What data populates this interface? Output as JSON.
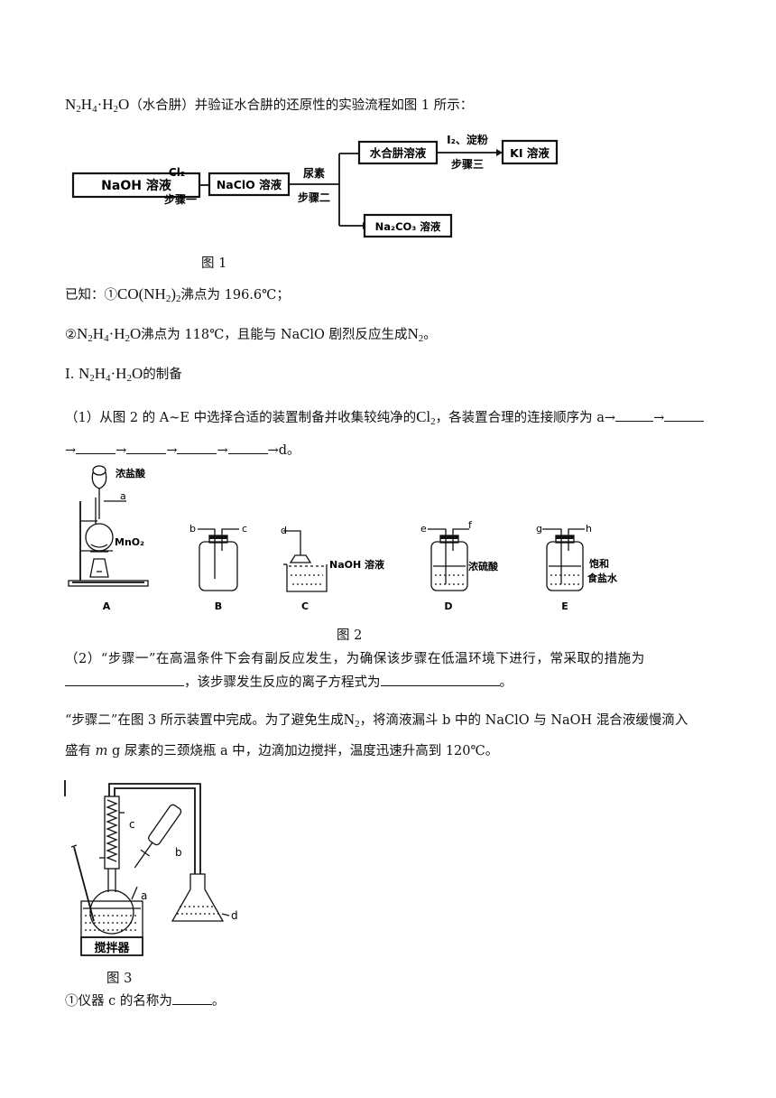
{
  "intro": {
    "formula_pre": "N₂H₄·H₂O",
    "text": "（水合肼）并验证水合肼的还原性的实验流程如图 1 所示："
  },
  "flow": {
    "box_naoh": "NaOH 溶液",
    "box_naclo": "NaClO 溶液",
    "box_hydrazine": "水合肼溶液",
    "box_ki": "KI 溶液",
    "box_na2co3": "Na₂CO₃ 溶液",
    "reagent1": "Cl₂",
    "step1": "步骤一",
    "reagent2": "尿素",
    "step2": "步骤二",
    "reagent3": "I₂、淀粉",
    "step3": "步骤三",
    "caption": "图 1"
  },
  "known": {
    "line1_pre": "已知：①",
    "line1_formula": "CO(NH₂)₂",
    "line1_post": "沸点为 196.6℃；",
    "line2_pre": "②",
    "line2_formula": "N₂H₄·H₂O",
    "line2_mid": "沸点为 118℃，且能与 NaClO 剧烈反应生成",
    "line2_formula2": "N₂",
    "line2_post": "。"
  },
  "section1": {
    "pre": "I.",
    "formula": "N₂H₄·H₂O",
    "post": "的制备"
  },
  "q1": {
    "line1_pre": "（1）从图 2 的 A~E 中选择合适的装置制备并收集较纯净的",
    "line1_formula": "Cl₂",
    "line1_post": "，各装置合理的连接顺序为 a→",
    "arrow": "→",
    "end": "→d。"
  },
  "fig2": {
    "label_conc_hcl": "浓盐酸",
    "label_mno2": "MnO₂",
    "label_naoh": "NaOH 溶液",
    "label_h2so4": "浓硫酸",
    "label_satsalt1": "饱和",
    "label_satsalt2": "食盐水",
    "port_a": "a",
    "port_b": "b",
    "port_c": "c",
    "port_d": "d",
    "port_e": "e",
    "port_f": "f",
    "port_g": "g",
    "port_h": "h",
    "app_A": "A",
    "app_B": "B",
    "app_C": "C",
    "app_D": "D",
    "app_E": "E",
    "caption": "图 2"
  },
  "q2": {
    "line1": "（2）“步骤一”在高温条件下会有副反应发生，为确保该步骤在低温环境下进行，常采取的措施为",
    "line2_mid": "，该步骤发生反应的离子方程式为",
    "line2_end": "。"
  },
  "step2": {
    "line1_pre": "“步骤二”在图 3 所示装置中完成。为了避免生成",
    "line1_formula": "N₂",
    "line1_post": "，将滴液漏斗 b 中的 NaClO 与 NaOH 混合液缓慢滴入",
    "line2_pre": "盛有",
    "line2_var": "m",
    "line2_post": "g 尿素的三颈烧瓶 a 中，边滴加边搅拌，温度迅速升高到 120℃。"
  },
  "fig3": {
    "label_a": "a",
    "label_b": "b",
    "label_c": "c",
    "label_d": "d",
    "stirrer": "搅拌器",
    "caption": "图 3"
  },
  "q3": {
    "pre": "①仪器 c 的名称为",
    "post": "。"
  }
}
